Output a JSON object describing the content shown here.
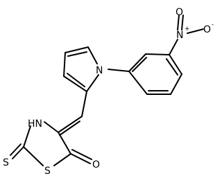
{
  "molecule": {
    "atoms": {
      "nitro_O_top": "O",
      "nitro_N": "N",
      "nitro_O_right": "O",
      "nitro_N_charge": "+",
      "nitro_O_charge": "-",
      "pyrrole_N": "N",
      "thiazolidine_NH": "HN",
      "thione_S": "S",
      "ring_S": "S",
      "carbonyl_O": "O"
    }
  }
}
